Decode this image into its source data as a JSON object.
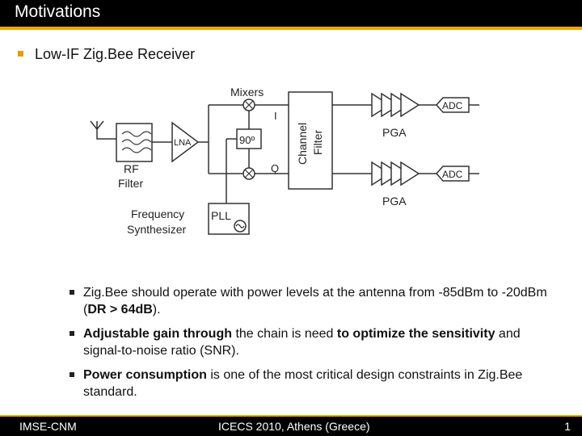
{
  "slide": {
    "title": "Motivations",
    "heading": "Low-IF Zig.Bee Receiver"
  },
  "diagram": {
    "mixers": "Mixers",
    "i_label": "I",
    "q_label": "Q",
    "channel_filter_1": "Channel",
    "channel_filter_2": "Filter",
    "phase": "90º",
    "lna": "LNA",
    "rf_filter_1": "RF",
    "rf_filter_2": "Filter",
    "pll": "PLL",
    "freq_synth_1": "Frequency",
    "freq_synth_2": "Synthesizer",
    "pga_top": "PGA",
    "pga_bottom": "PGA",
    "adc_top": "ADC",
    "adc_bottom": "ADC"
  },
  "bullets": {
    "b1_text1": "Zig.Bee should operate with power levels at the antenna from -85dBm to  -20dBm (",
    "b1_bold": "DR > 64dB",
    "b1_text2": ").",
    "b2_bold1": "Adjustable gain through",
    "b2_text1": " the chain is need ",
    "b2_bold2": "to optimize the sensitivity",
    "b2_text2": " and signal-to-noise ratio (SNR).",
    "b3_bold": "Power consumption",
    "b3_text": " is one of the most critical design constraints in Zig.Bee standard."
  },
  "footer": {
    "left": "IMSE-CNM",
    "center": "ICECS 2010, Athens (Greece)",
    "page": "1"
  }
}
